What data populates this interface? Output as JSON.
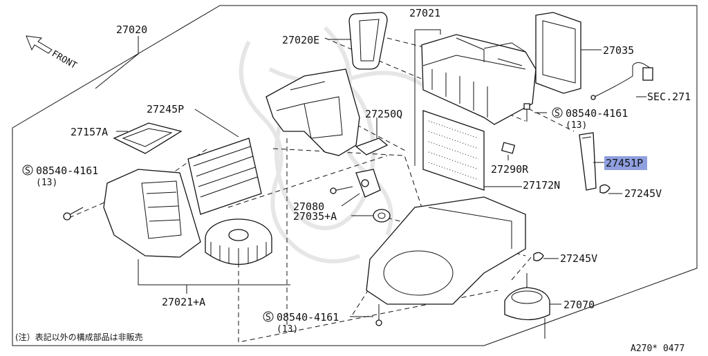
{
  "diagram": {
    "direction_label": "FRONT",
    "labels": {
      "p27020": "27020",
      "p27020e": "27020E",
      "p27021": "27021",
      "p27035": "27035",
      "sec271": "SEC.271",
      "p27245p": "27245P",
      "p27157a": "27157A",
      "p27250q": "27250Q",
      "screw_top": "08540-4161",
      "screw_top_qty": "(13)",
      "screw_left": "08540-4161",
      "screw_left_qty": "(13)",
      "screw_bottom": "08540-4161",
      "screw_bottom_qty": "(13)",
      "p27451p": "27451P",
      "p27290r": "27290R",
      "p27172n": "27172N",
      "p27245v_top": "27245V",
      "p27245v_bottom": "27245V",
      "p27080": "27080",
      "p27035a": "27035+A",
      "p27021a": "27021+A",
      "p27070": "27070",
      "screw_symbol": "S"
    },
    "highlight_color": "#8f9fdf",
    "note": "(注）表記以外の構成部品は非販売",
    "figure_code": "A270* 0477"
  }
}
